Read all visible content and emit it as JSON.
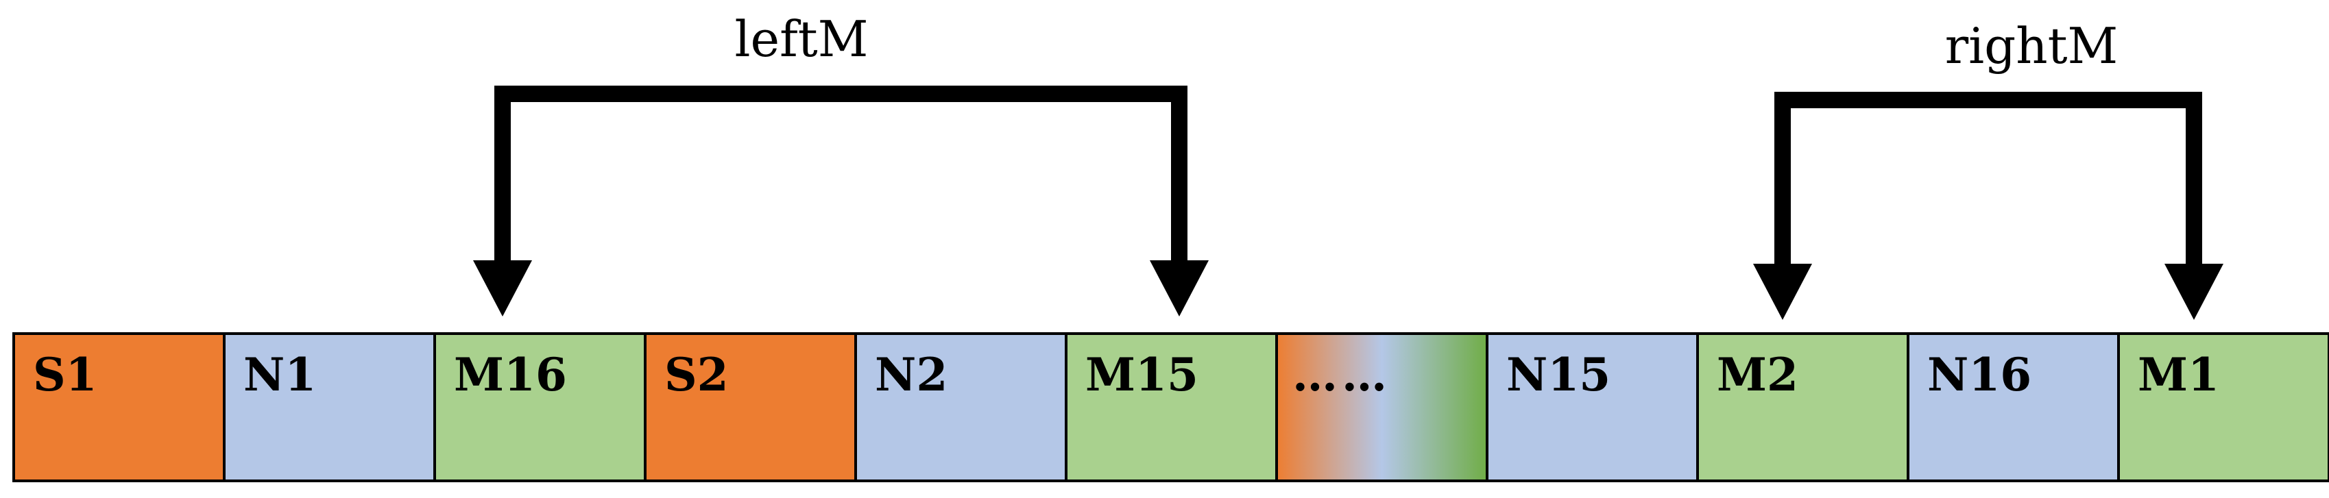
{
  "colors": {
    "s": "#ED7D31",
    "n": "#B4C7E7",
    "m": "#A9D18E",
    "border": "#000000",
    "arrow": "#000000",
    "gradient": [
      "#ED7D31",
      "#B4C7E7",
      "#70AD47"
    ]
  },
  "cells": [
    {
      "label": "S1",
      "kind": "s"
    },
    {
      "label": "N1",
      "kind": "n"
    },
    {
      "label": "M16",
      "kind": "m"
    },
    {
      "label": "S2",
      "kind": "s"
    },
    {
      "label": "N2",
      "kind": "n"
    },
    {
      "label": "M15",
      "kind": "m"
    },
    {
      "label": "……",
      "kind": "gradient"
    },
    {
      "label": "N15",
      "kind": "n"
    },
    {
      "label": "M2",
      "kind": "m"
    },
    {
      "label": "N16",
      "kind": "n"
    },
    {
      "label": "M1",
      "kind": "m"
    }
  ],
  "arrows": [
    {
      "label": "leftM",
      "from": "M15",
      "to": "M16"
    },
    {
      "label": "rightM",
      "from": "M1",
      "to": "M2"
    }
  ]
}
